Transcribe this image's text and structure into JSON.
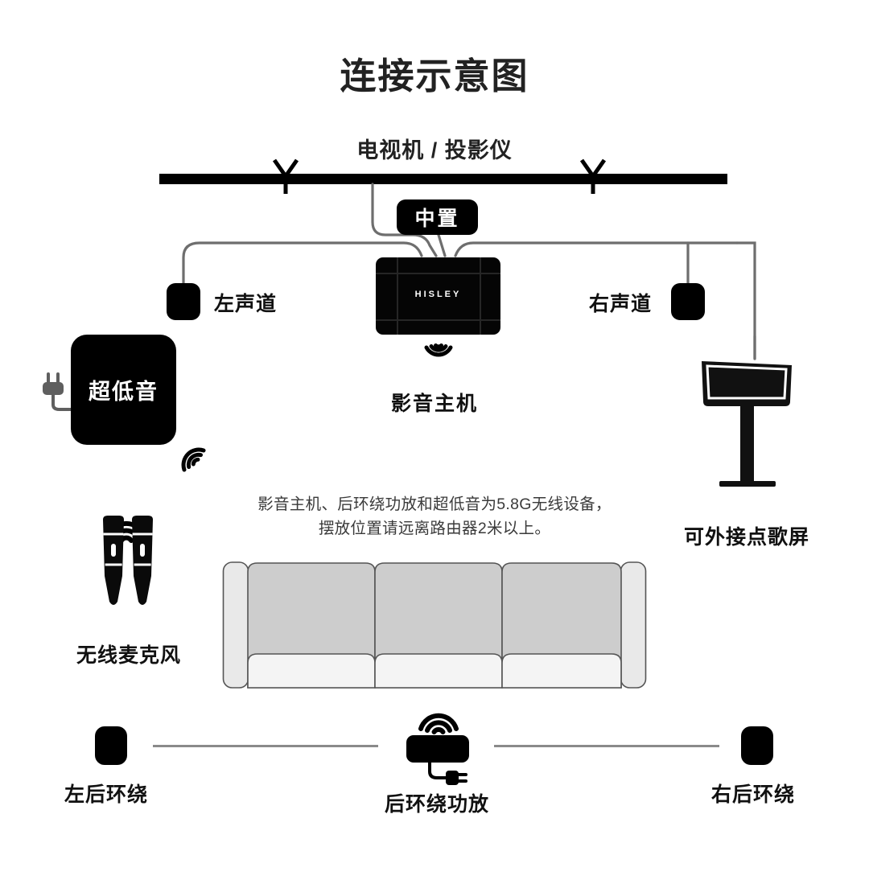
{
  "page": {
    "title": "连接示意图",
    "background_color": "#ffffff",
    "ink_color": "#000000",
    "wire_color": "#6e6e6e"
  },
  "tv": {
    "label": "电视机 / 投影仪",
    "bar_icon": "tv-bar-icon",
    "mount_marks": [
      "y-mount-mark-left",
      "y-mount-mark-right"
    ]
  },
  "center": {
    "label": "中置"
  },
  "main_unit": {
    "brand": "HISLEY",
    "label": "影音主机",
    "wireless_icon": "wifi-signal-down-icon"
  },
  "channels": {
    "left": "左声道",
    "right": "右声道"
  },
  "subwoofer": {
    "label": "超低音",
    "power_icon": "power-plug-icon",
    "wireless_icon": "wifi-signal-icon"
  },
  "karaoke": {
    "label": "可外接点歌屏",
    "icon": "monitor-on-stand-icon"
  },
  "microphones": {
    "label": "无线麦克风",
    "icon": "microphone-pair-icon",
    "wireless_icon": "wifi-signal-icon"
  },
  "note": {
    "line1": "影音主机、后环绕功放和超低音为5.8G无线设备，",
    "line2": "摆放位置请远离路由器2米以上。"
  },
  "sofa": {
    "icon": "three-seat-sofa-icon",
    "cushion_color": "#cdcdcd",
    "seat_color": "#f2f2f2",
    "arm_color": "#e6e6e6",
    "outline_color": "#555555"
  },
  "rear": {
    "left_label": "左后环绕",
    "amp_label": "后环绕功放",
    "right_label": "右后环绕",
    "amp_wireless_icon": "wifi-signal-icon",
    "amp_power_icon": "power-plug-icon"
  }
}
